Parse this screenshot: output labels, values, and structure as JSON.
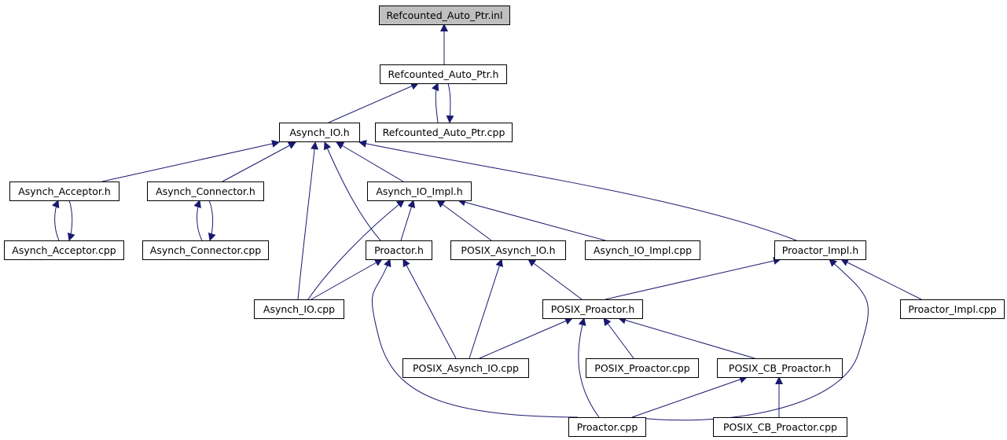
{
  "colors": {
    "edge": "#191970",
    "root_fill": "#bfbfbf",
    "node_fill": "#ffffff",
    "node_border": "#000000"
  },
  "nodes": [
    {
      "id": "rc_inl",
      "label": "Refcounted_Auto_Ptr.inl",
      "highlighted": true
    },
    {
      "id": "rc_h",
      "label": "Refcounted_Auto_Ptr.h"
    },
    {
      "id": "rc_cpp",
      "label": "Refcounted_Auto_Ptr.cpp"
    },
    {
      "id": "aio_h",
      "label": "Asynch_IO.h"
    },
    {
      "id": "acc_h",
      "label": "Asynch_Acceptor.h"
    },
    {
      "id": "con_h",
      "label": "Asynch_Connector.h"
    },
    {
      "id": "aioimpl_h",
      "label": "Asynch_IO_Impl.h"
    },
    {
      "id": "acc_cpp",
      "label": "Asynch_Acceptor.cpp"
    },
    {
      "id": "con_cpp",
      "label": "Asynch_Connector.cpp"
    },
    {
      "id": "pro_h",
      "label": "Proactor.h"
    },
    {
      "id": "paio_h",
      "label": "POSIX_Asynch_IO.h"
    },
    {
      "id": "aioimpl_cpp",
      "label": "Asynch_IO_Impl.cpp"
    },
    {
      "id": "proimpl_h",
      "label": "Proactor_Impl.h"
    },
    {
      "id": "aio_cpp",
      "label": "Asynch_IO.cpp"
    },
    {
      "id": "ppro_h",
      "label": "POSIX_Proactor.h"
    },
    {
      "id": "proimpl_cpp",
      "label": "Proactor_Impl.cpp"
    },
    {
      "id": "paio_cpp",
      "label": "POSIX_Asynch_IO.cpp"
    },
    {
      "id": "ppro_cpp",
      "label": "POSIX_Proactor.cpp"
    },
    {
      "id": "pcb_h",
      "label": "POSIX_CB_Proactor.h"
    },
    {
      "id": "pro_cpp",
      "label": "Proactor.cpp"
    },
    {
      "id": "pcb_cpp",
      "label": "POSIX_CB_Proactor.cpp"
    }
  ],
  "edges": [
    {
      "from": "rc_h",
      "to": "rc_inl"
    },
    {
      "from": "rc_cpp",
      "to": "rc_h"
    },
    {
      "from": "rc_h",
      "to": "rc_cpp"
    },
    {
      "from": "aio_h",
      "to": "rc_h"
    },
    {
      "from": "acc_h",
      "to": "aio_h"
    },
    {
      "from": "con_h",
      "to": "aio_h"
    },
    {
      "from": "aioimpl_h",
      "to": "aio_h"
    },
    {
      "from": "aio_cpp",
      "to": "aio_h"
    },
    {
      "from": "pro_h",
      "to": "aio_h"
    },
    {
      "from": "proimpl_h",
      "to": "aio_h"
    },
    {
      "from": "acc_cpp",
      "to": "acc_h"
    },
    {
      "from": "acc_h",
      "to": "acc_cpp"
    },
    {
      "from": "con_cpp",
      "to": "con_h"
    },
    {
      "from": "con_h",
      "to": "con_cpp"
    },
    {
      "from": "pro_h",
      "to": "aioimpl_h"
    },
    {
      "from": "aio_cpp",
      "to": "aioimpl_h"
    },
    {
      "from": "paio_h",
      "to": "aioimpl_h"
    },
    {
      "from": "aioimpl_cpp",
      "to": "aioimpl_h"
    },
    {
      "from": "aio_cpp",
      "to": "pro_h"
    },
    {
      "from": "paio_cpp",
      "to": "pro_h"
    },
    {
      "from": "pro_cpp",
      "to": "pro_h"
    },
    {
      "from": "paio_cpp",
      "to": "paio_h"
    },
    {
      "from": "ppro_h",
      "to": "paio_h"
    },
    {
      "from": "ppro_h",
      "to": "proimpl_h"
    },
    {
      "from": "proimpl_cpp",
      "to": "proimpl_h"
    },
    {
      "from": "pro_cpp",
      "to": "proimpl_h"
    },
    {
      "from": "paio_cpp",
      "to": "ppro_h"
    },
    {
      "from": "ppro_cpp",
      "to": "ppro_h"
    },
    {
      "from": "pcb_h",
      "to": "ppro_h"
    },
    {
      "from": "pro_cpp",
      "to": "ppro_h"
    },
    {
      "from": "pro_cpp",
      "to": "pcb_h"
    },
    {
      "from": "pcb_cpp",
      "to": "pcb_h"
    }
  ]
}
